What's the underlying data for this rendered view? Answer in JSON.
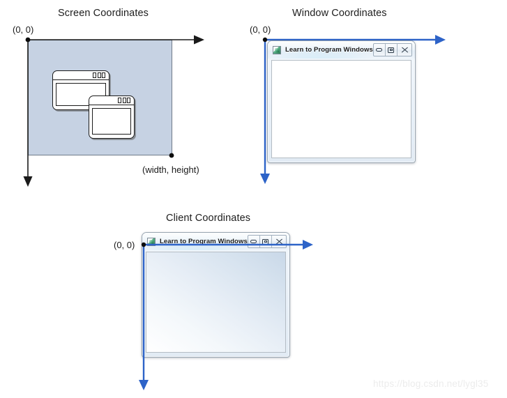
{
  "diagram": {
    "title_note": "Windows coordinate systems comparison",
    "watermark": "https://blog.csdn.net/lygl35"
  },
  "panels": [
    {
      "id": "screen",
      "title": "Screen Coordinates",
      "origin_label": "(0, 0)",
      "extent_label": "(width, height)",
      "axis_color": "#1a1a1a",
      "screen_fill": "#c6d2e3",
      "screen_border": "#6f7a89",
      "windows": [
        {
          "name": "background-window",
          "buttons": 3
        },
        {
          "name": "foreground-window",
          "buttons": 3
        }
      ]
    },
    {
      "id": "window",
      "title": "Window Coordinates",
      "origin_label": "(0, 0)",
      "axis_color": "#2d63c8",
      "window": {
        "title": "Learn to Program Windows",
        "icon": "app-icon",
        "controls": [
          "minimize-button",
          "maximize-button",
          "close-button"
        ],
        "client_style": "plain-white"
      }
    },
    {
      "id": "client",
      "title": "Client Coordinates",
      "origin_label": "(0, 0)",
      "axis_color": "#2d63c8",
      "window": {
        "title": "Learn to Program Windows",
        "icon": "app-icon",
        "controls": [
          "minimize-button",
          "maximize-button",
          "close-button"
        ],
        "client_style": "blue-gradient"
      }
    }
  ]
}
